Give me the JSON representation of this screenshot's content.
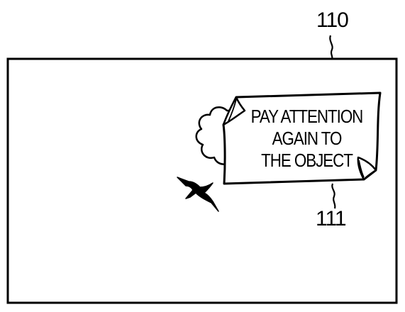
{
  "figure": {
    "screen_ref": "110",
    "message_ref": "111",
    "message_lines": [
      "PAY ATTENTION",
      "AGAIN TO",
      "THE OBJECT"
    ],
    "colors": {
      "line": "#000000",
      "background": "#ffffff"
    },
    "icons": {
      "object": "bird-icon",
      "note_decoration": "cloud-icon"
    }
  }
}
